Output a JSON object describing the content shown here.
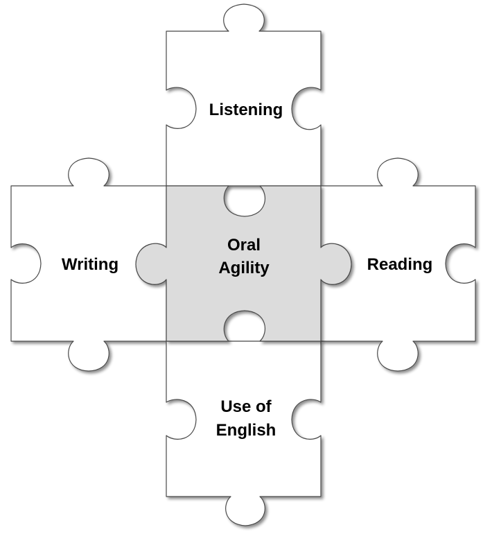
{
  "pieces": [
    {
      "id": "listening",
      "lines": [
        "Listening"
      ],
      "fill": "#ffffff"
    },
    {
      "id": "writing",
      "lines": [
        "Writing"
      ],
      "fill": "#ffffff"
    },
    {
      "id": "oral-agility",
      "lines": [
        "Oral",
        "Agility"
      ],
      "fill": "#dcdcdc"
    },
    {
      "id": "reading",
      "lines": [
        "Reading"
      ],
      "fill": "#ffffff"
    },
    {
      "id": "use-of-english",
      "lines": [
        "Use of",
        "English"
      ],
      "fill": "#ffffff"
    }
  ],
  "colors": {
    "outline": "#4a4a4a",
    "center_fill": "#dcdcdc",
    "piece_fill": "#ffffff",
    "text": "#000000"
  }
}
